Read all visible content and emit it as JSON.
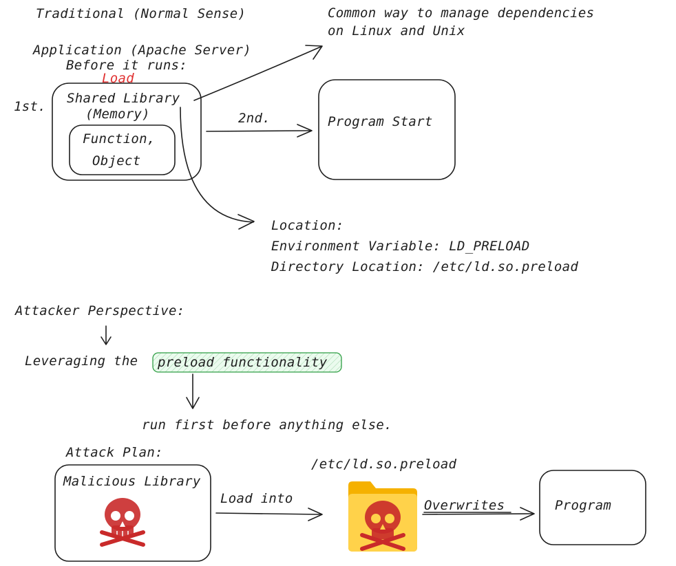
{
  "top": {
    "heading": "Traditional (Normal Sense)",
    "app_line": "Application (Apache Server)",
    "before_line": "Before it runs:",
    "load_label": "Load",
    "first_label": "1st.",
    "shared_library_line1": "Shared Library",
    "shared_library_line2": "(Memory)",
    "function_line1": "Function,",
    "function_line2": "Object",
    "second_label": "2nd.",
    "program_start": "Program Start",
    "common_line1": "Common way to manage dependencies",
    "common_line2": "on Linux and Unix",
    "location_line1": "Location:",
    "location_line2": "Environment Variable: LD_PRELOAD",
    "location_line3": "Directory Location: /etc/ld.so.preload"
  },
  "attacker": {
    "heading": "Attacker Perspective:",
    "leveraging": "Leveraging the",
    "highlight": "preload functionality",
    "run_first": "run first before anything else."
  },
  "plan": {
    "heading": "Attack Plan:",
    "malicious_library": "Malicious Library",
    "load_into": "Load into",
    "folder_path": "/etc/ld.so.preload",
    "overwrites": "Overwrites",
    "program": "Program"
  },
  "colors": {
    "ink": "#1e1e1e",
    "red_text": "#e03131",
    "highlight_stroke": "#2f9e44",
    "highlight_fill": "#ebfbee",
    "skull": "#c92a2a",
    "folder_back": "#f5b100",
    "folder_front": "#ffd24a"
  },
  "icons": [
    "skull-icon",
    "folder-icon"
  ]
}
